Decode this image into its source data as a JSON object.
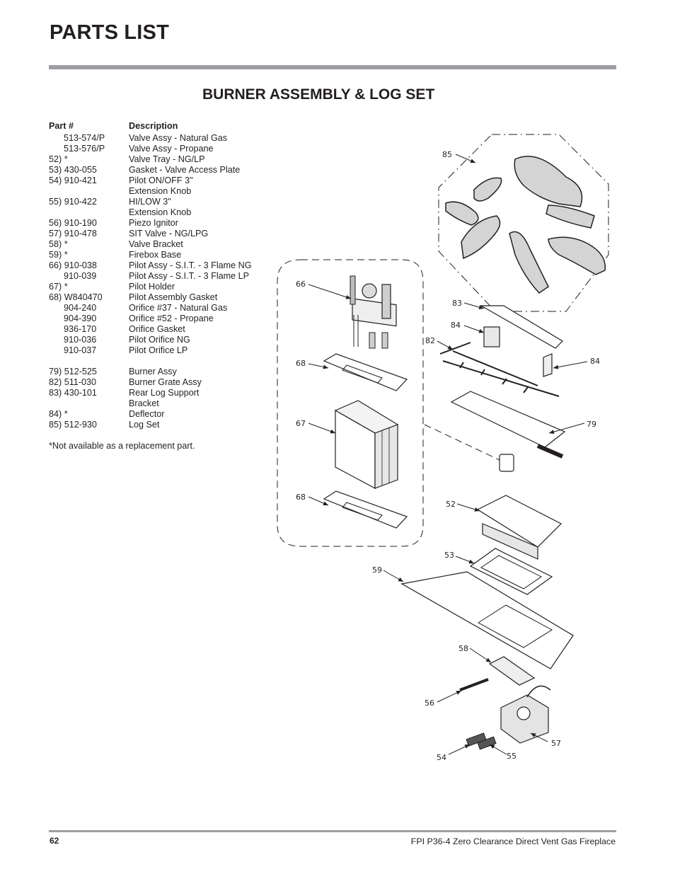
{
  "header": {
    "title": "PARTS LIST"
  },
  "section": {
    "title": "BURNER ASSEMBLY & LOG SET"
  },
  "parts_table": {
    "headers": {
      "part": "Part #",
      "description": "Description"
    },
    "rows": [
      {
        "part": "513-574/P",
        "description": "Valve Assy - Natural Gas",
        "indent": true
      },
      {
        "part": "513-576/P",
        "description": "Valve Assy - Propane",
        "indent": true
      },
      {
        "part": "52) *",
        "description": "Valve Tray - NG/LP"
      },
      {
        "part": "53) 430-055",
        "description": "Gasket - Valve Access Plate"
      },
      {
        "part": "54) 910-421",
        "description": "Pilot ON/OFF 3\""
      },
      {
        "part": "",
        "description": "Extension Knob"
      },
      {
        "part": "55) 910-422",
        "description": "HI/LOW 3\""
      },
      {
        "part": "",
        "description": "Extension Knob"
      },
      {
        "part": "56) 910-190",
        "description": "Piezo Ignitor"
      },
      {
        "part": "57) 910-478",
        "description": "SIT Valve - NG/LPG"
      },
      {
        "part": "58) *",
        "description": "Valve Bracket"
      },
      {
        "part": "59) *",
        "description": "Firebox Base"
      },
      {
        "part": "66) 910-038",
        "description": "Pilot Assy - S.I.T. -  3 Flame NG"
      },
      {
        "part": "910-039",
        "description": "Pilot Assy - S.I.T. - 3 Flame LP",
        "indent": true
      },
      {
        "part": "67) *",
        "description": "Pilot Holder"
      },
      {
        "part": "68) W840470",
        "description": "Pilot Assembly Gasket"
      },
      {
        "part": "904-240",
        "description": "Orifice #37 - Natural Gas",
        "indent": true
      },
      {
        "part": "904-390",
        "description": "Orifice #52 - Propane",
        "indent": true
      },
      {
        "part": "936-170",
        "description": "Orifice Gasket",
        "indent": true
      },
      {
        "part": "910-036",
        "description": "Pilot Orifice NG",
        "indent": true
      },
      {
        "part": "910-037",
        "description": "Pilot Orifice LP",
        "indent": true
      },
      {
        "part": "",
        "description": ""
      },
      {
        "part": "79) 512-525",
        "description": "Burner Assy"
      },
      {
        "part": "82) 511-030",
        "description": "Burner Grate Assy"
      },
      {
        "part": "83) 430-101",
        "description": "Rear Log Support"
      },
      {
        "part": "",
        "description": "Bracket"
      },
      {
        "part": "84) *",
        "description": "Deflector"
      },
      {
        "part": "85) 512-930",
        "description": "Log Set"
      }
    ],
    "footnote": "*Not available as a replacement part."
  },
  "diagram": {
    "callouts": {
      "c85": "85",
      "c66": "66",
      "c83": "83",
      "c84a": "84",
      "c82": "82",
      "c84b": "84",
      "c68a": "68",
      "c67": "67",
      "c79": "79",
      "c68b": "68",
      "c52": "52",
      "c53": "53",
      "c59": "59",
      "c58": "58",
      "c56": "56",
      "c57": "57",
      "c54": "54",
      "c55": "55"
    }
  },
  "footer": {
    "page_number": "62",
    "document_title": "FPI P36-4 Zero Clearance Direct Vent Gas Fireplace"
  }
}
